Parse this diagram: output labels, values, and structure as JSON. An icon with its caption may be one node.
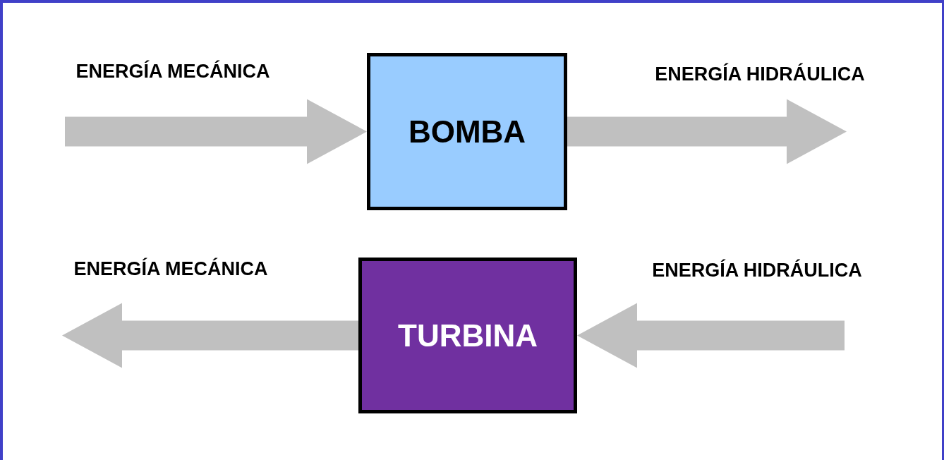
{
  "diagram": {
    "nodes": [
      {
        "text": [
          "BOMBA"
        ]
      },
      {
        "text": [
          "TURBINA"
        ]
      }
    ],
    "edges": [
      {
        "from": null,
        "to": 0,
        "arrow": "to",
        "label": "ENERGÍA MECÁNICA",
        "style": "thick",
        "color": "#c0c0c0"
      },
      {
        "from": 0,
        "to": null,
        "arrow": "to",
        "label": "ENERGÍA HIDRÁULICA",
        "style": "thick",
        "color": "#c0c0c0"
      },
      {
        "from": 1,
        "to": null,
        "arrow": "to",
        "label": "ENERGÍA MECÁNICA",
        "style": "thick",
        "color": "#c0c0c0"
      },
      {
        "from": null,
        "to": 1,
        "arrow": "to",
        "label": "ENERGÍA HIDRÁULICA",
        "style": "thick",
        "color": "#c0c0c0"
      }
    ]
  }
}
